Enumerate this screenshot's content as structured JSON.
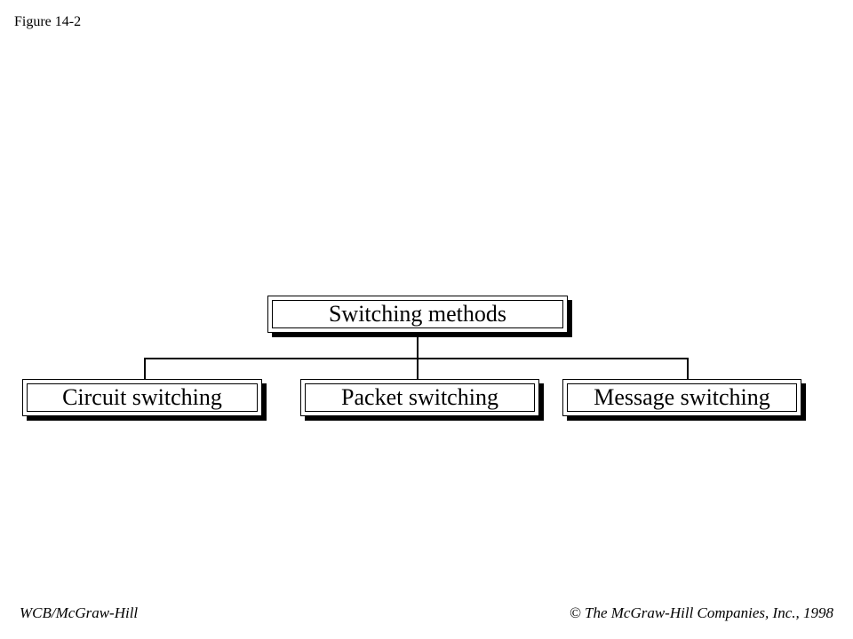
{
  "figure_label": "Figure 14-2",
  "diagram": {
    "root": "Switching methods",
    "children": [
      "Circuit switching",
      "Packet switching",
      "Message switching"
    ]
  },
  "footer": {
    "left": "WCB/McGraw-Hill",
    "right": "© The McGraw-Hill Companies, Inc., 1998"
  }
}
